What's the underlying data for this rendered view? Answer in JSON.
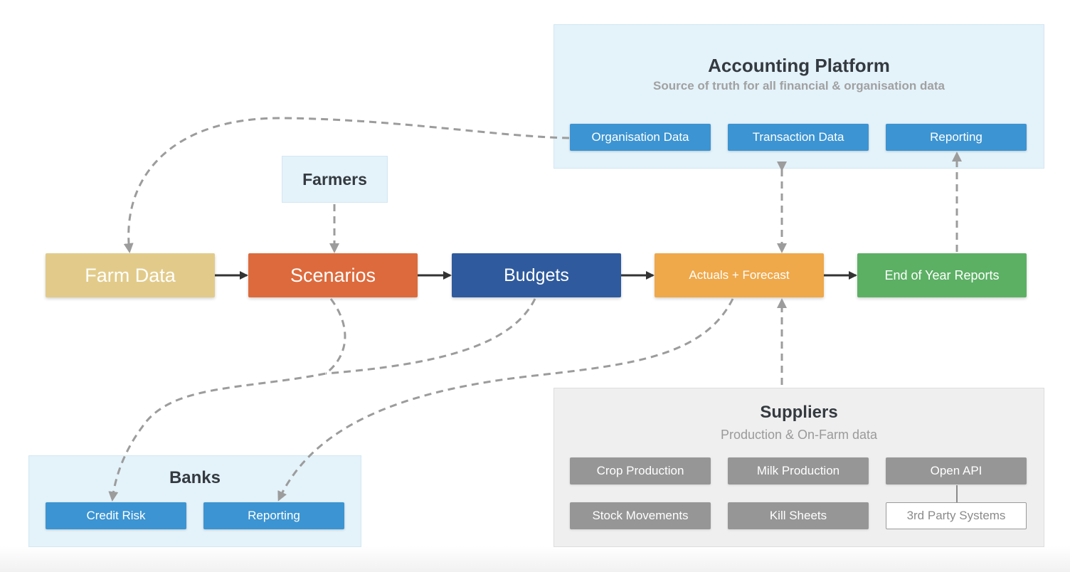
{
  "accounting": {
    "title": "Accounting Platform",
    "subtitle": "Source of truth for all financial & organisation data",
    "items": [
      "Organisation Data",
      "Transaction Data",
      "Reporting"
    ]
  },
  "farmers": {
    "label": "Farmers"
  },
  "flow": {
    "farm_data": "Farm Data",
    "scenarios": "Scenarios",
    "budgets": "Budgets",
    "actuals": "Actuals + Forecast",
    "eoy": "End of Year Reports"
  },
  "banks": {
    "title": "Banks",
    "items": [
      "Credit Risk",
      "Reporting"
    ]
  },
  "suppliers": {
    "title": "Suppliers",
    "subtitle": "Production & On-Farm data",
    "items": [
      "Crop Production",
      "Milk Production",
      "Open API",
      "Stock Movements",
      "Kill Sheets",
      "3rd Party Systems"
    ]
  },
  "colors": {
    "farm_data": "#e2cb8a",
    "scenarios": "#dd6a3c",
    "budgets": "#2f5a9d",
    "actuals": "#efa84a",
    "eoy": "#5cb064",
    "chip_blue": "#3c94d2",
    "chip_grey": "#969696",
    "dashed_line": "#9c9c9c",
    "solid_arrow": "#333333"
  }
}
